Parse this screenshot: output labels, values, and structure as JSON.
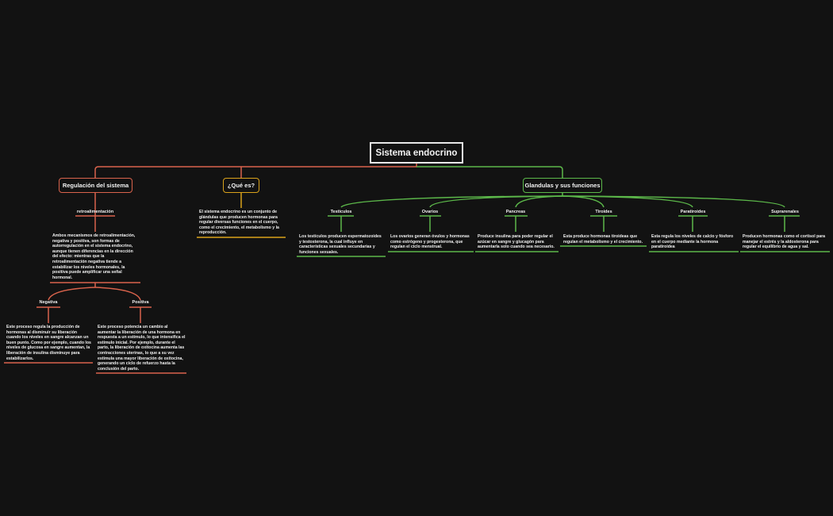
{
  "map": {
    "root": "Sistema endocrino",
    "colors": {
      "red": "#d9634c",
      "yellow": "#d9a21b",
      "green": "#5cb84a",
      "root_border": "#e8e8e8",
      "background": "#121212"
    },
    "regulacion": {
      "title": "Regulación del sistema",
      "retro_label": "retroalimentación",
      "retro_text": "Ambos mecanismos de retroalimentación, negativa y positiva, son formas de autorregulación en el sistema endocrino, aunque tienen diferencias en la dirección del efecto: mientras que la retroalimentación negativa tiende a estabilizar los niveles hormonales, la positiva puede amplificar una señal hormonal.",
      "negativa_label": "Negativa",
      "negativa_text": "Este proceso regula la producción de hormonas al disminuir su liberación cuando los niveles en sangre alcanzan un buen punto. Como por ejemplo, cuando los niveles de glucosa en sangre aumentan, la liberación de insulina disminuye para estabilizarlos.",
      "positiva_label": "Positiva",
      "positiva_text": " Este proceso potencia un cambio al aumentar la liberación de una hormona en respuesta a un estímulo, lo que intensifica el estímulo inicial. Por ejemplo, durante el parto, la liberación de oxitocina aumenta las contracciones uterinas, lo que a su vez estimula una mayor liberación de oxitocina, generando un ciclo de refuerzo hasta la conclusión del parto."
    },
    "que_es": {
      "title": "¿Qué es?",
      "text": "El sistema endocrino es un conjunto de glándulas que producen hormonas para regular diversas funciones en el cuerpo, como el crecimiento, el metabolismo y la reproducción."
    },
    "glandulas": {
      "title": "Glandulas y sus funciones",
      "items": [
        {
          "label": "Testiculos",
          "text": "Los testículos producen espermatozoides y testosterona, la cual influye en características sexuales secundarias y funciones sexuales."
        },
        {
          "label": "Ovarios",
          "text": "Los ovarios generan óvulos y hormonas como estrógeno y progesterona, que regulan el ciclo menstrual."
        },
        {
          "label": "Pancreas",
          "text": "Produce insulina para poder regular el azúcar en sangre y glucagón para aumentarla solo cuando sea necesario."
        },
        {
          "label": "Tiroides",
          "text": "Esta produce hormonas tiroideas que regulan el metabolismo y el crecimiento."
        },
        {
          "label": "Paratiroides",
          "text": "Esta regula los niveles de calcio y fósforo en el cuerpo mediante la hormona paratiroidea"
        },
        {
          "label": "Suprarenales",
          "text": "Producen hormonas como el cortisol para manejar el estrés y la aldosterona para regular el equilibrio de agua y sal."
        }
      ]
    }
  }
}
